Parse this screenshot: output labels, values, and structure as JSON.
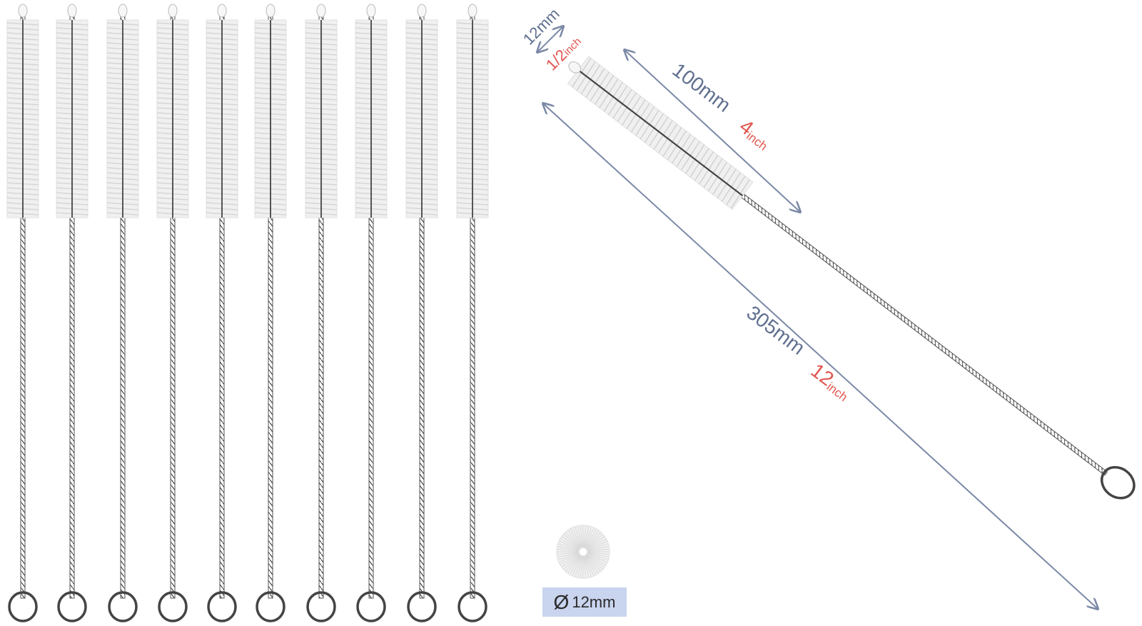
{
  "brush_count": 10,
  "labels": {
    "diameter_mm": "12mm",
    "diameter_inch_whole": "1/2",
    "diameter_inch_unit": "inch",
    "brush_mm": "100mm",
    "brush_inch_value": "4",
    "brush_inch_unit": "inch",
    "total_mm": "305mm",
    "total_inch_value": "12",
    "total_inch_unit": "inch",
    "diameter_symbol": "Ø",
    "diameter_box_value": "12mm"
  },
  "colors": {
    "metric_text": "#5f6f8f",
    "imperial_text": "#e0554e",
    "arrow": "#7b89a6",
    "wire": "#3a3a3a",
    "bristle": "#eeeeee",
    "diameter_box": "#c9d4ee"
  }
}
